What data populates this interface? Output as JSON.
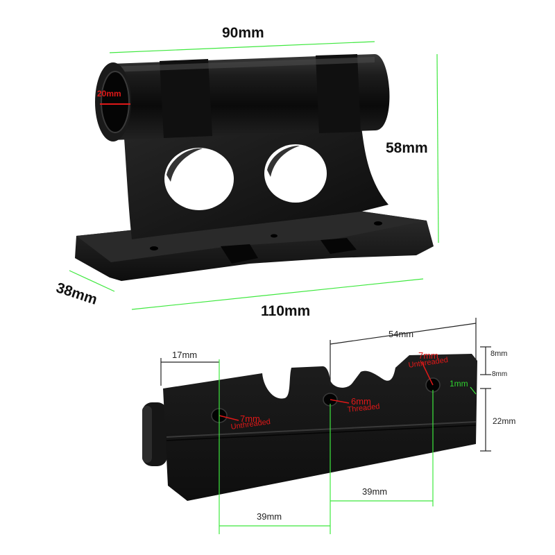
{
  "top_view": {
    "width_label": "90mm",
    "height_label": "58mm",
    "depth_label": "38mm",
    "base_length_label": "110mm",
    "bore_label": "20mm"
  },
  "bottom_view": {
    "left_offset_label": "17mm",
    "center_span_label": "54mm",
    "right_top_label": "8mm",
    "right_mid_label": "8mm",
    "right_bottom_label": "22mm",
    "inset_label": "1mm",
    "hole_spacing_left_label": "39mm",
    "hole_spacing_right_label": "39mm",
    "hole_left_size": "7mm",
    "hole_left_type": "Unthreaded",
    "hole_center_size": "6mm",
    "hole_center_type": "Threaded",
    "hole_right_size": "7mm",
    "hole_right_type": "Unthreaded"
  },
  "colors": {
    "dimension_green": "#3ee83e",
    "callout_red": "#e01818",
    "metal_black": "#141414"
  }
}
